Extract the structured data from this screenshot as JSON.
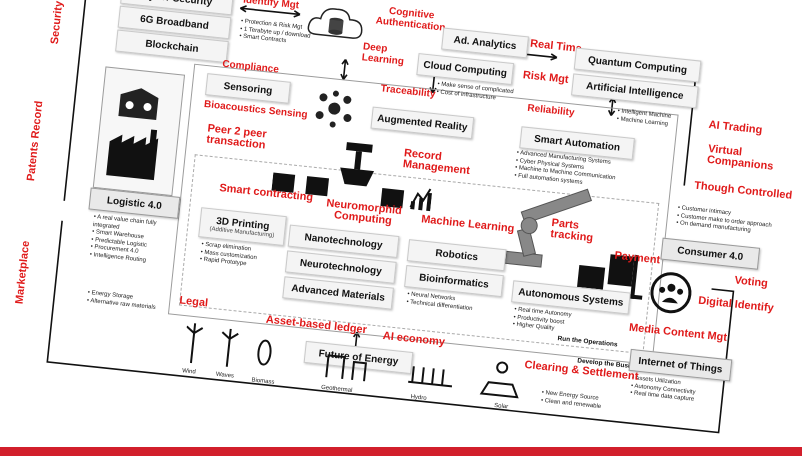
{
  "side_labels": {
    "security": "Security",
    "patents": "Patents Record",
    "marketplace": "Marketplace"
  },
  "boxes": {
    "cyber": "Cyber Security",
    "broadband": "6G Broadband",
    "blockchain": "Blockchain",
    "ad_analytics": "Ad. Analytics",
    "cloud": "Cloud Computing",
    "quantum": "Quantum Computing",
    "ai": "Artificial Intelligence",
    "sensoring": "Sensoring",
    "ar": "Augmented Reality",
    "smart_automation": "Smart Automation",
    "logistic": "Logistic 4.0",
    "printing": "3D Printing",
    "printing_sub": "(Additive Manufacturing)",
    "nano": "Nanotechnology",
    "neuro": "Neurotechnology",
    "materials": "Advanced Materials",
    "robotics": "Robotics",
    "bioinformatics": "Bioinformatics",
    "autonomous": "Autonomous Systems",
    "consumer": "Consumer 4.0",
    "iot": "Internet of Things",
    "energy": "Future of Energy"
  },
  "red_labels": {
    "identify": "Identify Mgt",
    "cognitive": "Cognitive\nAuthentication",
    "deep": "Deep\nLearning",
    "real_time": "Real Time",
    "risk": "Risk Mgt",
    "compliance": "Compliance",
    "traceability": "Traceability",
    "reliability": "Reliability",
    "ai_trading": "AI Trading",
    "virtual": "Virtual\nCompanions",
    "thought": "Though Controlled",
    "bioacoustics": "Bioacoustics Sensing",
    "p2p": "Peer 2 peer\ntransaction",
    "record_mgmt": "Record\nManagement",
    "smart_contract": "Smart contracting",
    "neuromorphic": "Neuromorphid\nComputing",
    "machine_learning": "Machine Learning",
    "parts": "Parts\ntracking",
    "payment": "Payment",
    "voting": "Voting",
    "digital_identify": "Digital Identify",
    "media": "Media Content Mgt",
    "legal": "Legal",
    "asset_ledger": "Asset-based ledger",
    "ai_economy": "AI economy",
    "clearing": "Clearing & Settlement"
  },
  "lists": {
    "identify": [
      "Protection & Risk Mgt",
      "1 Terabyte up / download",
      "Smart Contracts"
    ],
    "cloud": [
      "Make sense of complicated",
      "Cost of infrastructure"
    ],
    "ai": [
      "Intelligent Machine",
      "Machine Learning"
    ],
    "smart_automation": [
      "Advanced Manufacturing Systems",
      "Cyber Physical Systems",
      "Machine to Machine Communication",
      "Full automation systems"
    ],
    "consumer": [
      "Customer intimacy",
      "Customer make to order approach",
      "On demand manufacturing"
    ],
    "logistic": [
      "A real value chain fully integrated",
      "Smart Warehouse",
      "Predictable Logistic",
      "Procurement 4.0",
      "Intelligence Routing"
    ],
    "printing": [
      "Scrap elimination",
      "Mass customization",
      "Rapid Prototype"
    ],
    "bioinformatics": [
      "Neural Networks",
      "Technical differentiation"
    ],
    "autonomous": [
      "Real time Autonomy",
      "Productivity boost",
      "Higher Quality"
    ],
    "iot": [
      "Assets Utilization",
      "Autonomy Connectivity",
      "Real time data capture"
    ],
    "energy_left": [
      "Energy Storage",
      "Alternative raw materials"
    ],
    "energy_right": [
      "New Energy Source",
      "Clean and renewable"
    ]
  },
  "notes": {
    "run_ops": "Run the Operations",
    "develop": "Develop the Business"
  },
  "energy_sources": [
    "Wind",
    "Waves",
    "Biomass",
    "Geothermal",
    "Hydro",
    "Solar"
  ],
  "colors": {
    "accent": "#e01b1b",
    "bar": "#d21f2b"
  }
}
